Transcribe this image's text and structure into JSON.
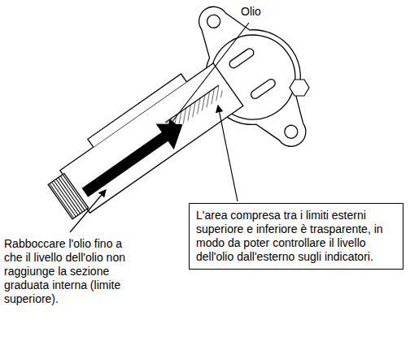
{
  "diagram": {
    "nodes": [
      {
        "text": [
          "L'area compresa tra i limiti esterni superiore e inferiore è trasparente, in modo da poter controllare il livello dell'olio dall'esterno sugli indicatori."
        ]
      }
    ],
    "labels": [
      "Olio",
      "Rabboccare l'olio fino a che il livello dell'olio non raggiunge la sezione graduata interna (limite superiore)."
    ]
  }
}
